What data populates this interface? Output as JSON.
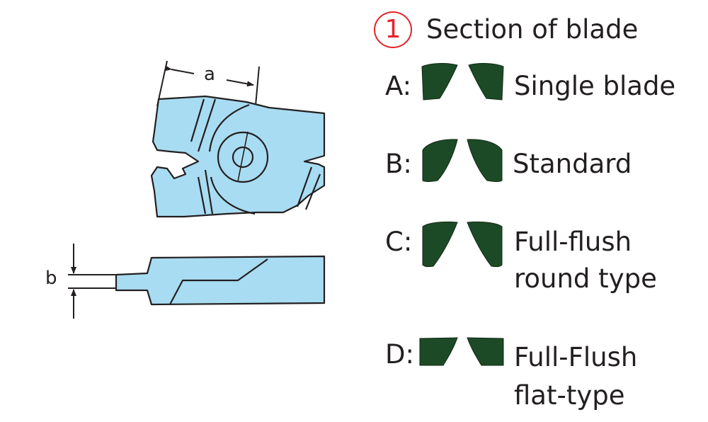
{
  "dimensions": {
    "a": "a",
    "b": "b"
  },
  "heading": {
    "number": "1",
    "title": "Section of blade"
  },
  "colors": {
    "tool_fill": "#a8dcf2",
    "outline": "#231f20",
    "blade": "#1d4a26",
    "accent_red": "#e4252b"
  },
  "blade_types": [
    {
      "letter": "A:",
      "lines": [
        "Single blade"
      ]
    },
    {
      "letter": "B:",
      "lines": [
        "Standard"
      ]
    },
    {
      "letter": "C:",
      "lines": [
        "Full-flush",
        "round type"
      ]
    },
    {
      "letter": "D:",
      "lines": [
        "Full-Flush",
        "flat-type"
      ]
    }
  ]
}
